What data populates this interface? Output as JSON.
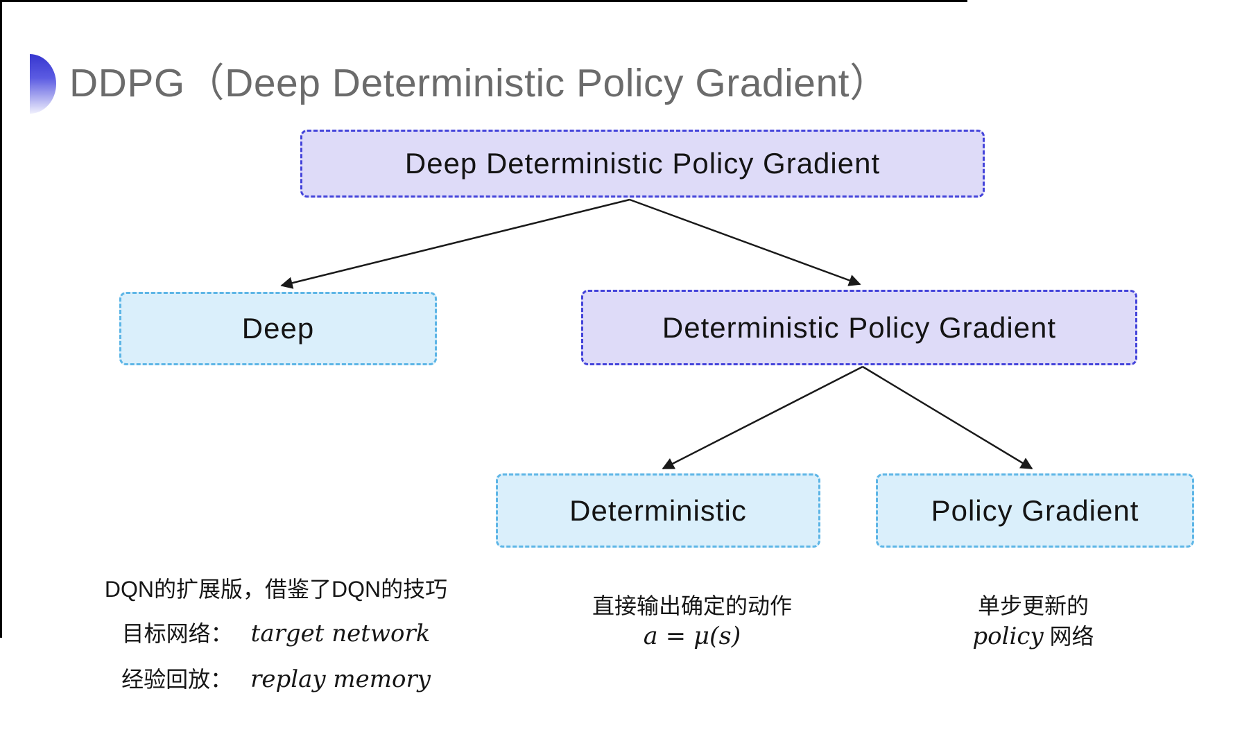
{
  "title": {
    "text": "DDPG（Deep Deterministic Policy Gradient）",
    "color": "#6b6b6b"
  },
  "diagram": {
    "nodes": [
      {
        "id": "root",
        "label": "Deep Deterministic Policy Gradient",
        "variant": "purple"
      },
      {
        "id": "deep",
        "label": "Deep",
        "variant": "blue"
      },
      {
        "id": "dpg",
        "label": "Deterministic Policy Gradient",
        "variant": "purple"
      },
      {
        "id": "det",
        "label": "Deterministic",
        "variant": "blue"
      },
      {
        "id": "pg",
        "label": "Policy Gradient",
        "variant": "blue"
      }
    ],
    "edges": [
      {
        "from": "root",
        "to": "deep"
      },
      {
        "from": "root",
        "to": "dpg"
      },
      {
        "from": "dpg",
        "to": "det"
      },
      {
        "from": "dpg",
        "to": "pg"
      }
    ],
    "colors": {
      "purple_fill": "#dedbf8",
      "purple_border": "#4343da",
      "blue_fill": "#daeffb",
      "blue_border": "#5cb5e6",
      "arrow": "#1a1a1a"
    }
  },
  "notes": {
    "deep": {
      "line1": "DQN的扩展版，借鉴了DQN的技巧",
      "line2_label": "目标网络：",
      "line2_term": "target network",
      "line3_label": "经验回放：",
      "line3_term": "replay memory"
    },
    "deterministic": {
      "line1": "直接输出确定的动作",
      "formula": "a = μ(s)"
    },
    "policy_gradient": {
      "line1": "单步更新的",
      "term": "policy",
      "suffix": " 网络"
    }
  }
}
